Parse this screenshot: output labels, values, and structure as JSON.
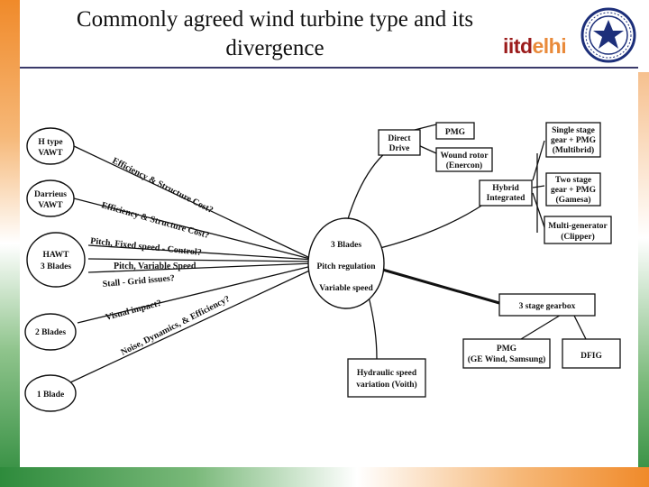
{
  "slide": {
    "title_line1": "Commonly agreed wind turbine type and its",
    "title_line2": "divergence",
    "logo_part1": "iitd",
    "logo_part2": "elhi"
  },
  "colors": {
    "logo_maroon": "#9b1b1b",
    "logo_orange": "#e98a3a",
    "header_line": "#3a3a6a"
  },
  "diagram": {
    "left_nodes": [
      {
        "id": "htype",
        "lines": [
          "H type",
          "VAWT"
        ]
      },
      {
        "id": "darrieus",
        "lines": [
          "Darrieus",
          "VAWT"
        ]
      },
      {
        "id": "hawt",
        "lines": [
          "HAWT",
          "3 Blades"
        ]
      },
      {
        "id": "two",
        "lines": [
          "2 Blades"
        ]
      },
      {
        "id": "one",
        "lines": [
          "1 Blade"
        ]
      }
    ],
    "edge_labels": [
      "Efficiency & Structure Cost?",
      "Efficiency & Structure Cost?",
      "Pitch, Fixed speed - Control?",
      "Pitch, Variable Speed",
      "Stall - Grid issues?",
      "Visual impact?",
      "Noise, Dynamics, & Efficiency?"
    ],
    "center_node": [
      "3 Blades",
      "Pitch regulation",
      "Variable speed"
    ],
    "right_boxes": [
      {
        "id": "direct",
        "lines": [
          "Direct",
          "Drive"
        ]
      },
      {
        "id": "pmg",
        "lines": [
          "PMG"
        ]
      },
      {
        "id": "wound",
        "lines": [
          "Wound rotor",
          "(Enercon)"
        ]
      },
      {
        "id": "hybrid",
        "lines": [
          "Hybrid",
          "Integrated"
        ]
      },
      {
        "id": "single",
        "lines": [
          "Single stage",
          "gear + PMG",
          "(Multibrid)"
        ]
      },
      {
        "id": "twostage",
        "lines": [
          "Two stage",
          "gear + PMG",
          "(Gamesa)"
        ]
      },
      {
        "id": "multigen",
        "lines": [
          "Multi-generator",
          "(Clipper)"
        ]
      },
      {
        "id": "gearbox",
        "lines": [
          "3 stage gearbox"
        ]
      },
      {
        "id": "pmg_ge",
        "lines": [
          "PMG",
          "(GE Wind, Samsung)"
        ]
      },
      {
        "id": "dfig",
        "lines": [
          "DFIG"
        ]
      },
      {
        "id": "hydraulic",
        "lines": [
          "Hydraulic speed",
          "variation (Voith)"
        ]
      }
    ]
  }
}
